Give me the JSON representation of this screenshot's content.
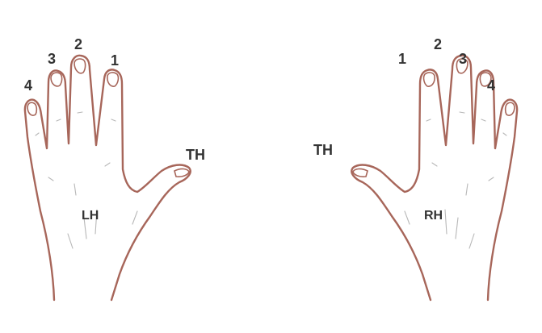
{
  "colors": {
    "outline": "#a7665a",
    "text": "#333333",
    "crease": "#b8b8b8",
    "background": "#ffffff"
  },
  "left_hand": {
    "name": "LH",
    "fingers": [
      "4",
      "3",
      "2",
      "1"
    ],
    "thumb": "TH"
  },
  "right_hand": {
    "name": "RH",
    "fingers": [
      "1",
      "2",
      "3",
      "4"
    ],
    "thumb": "TH"
  }
}
